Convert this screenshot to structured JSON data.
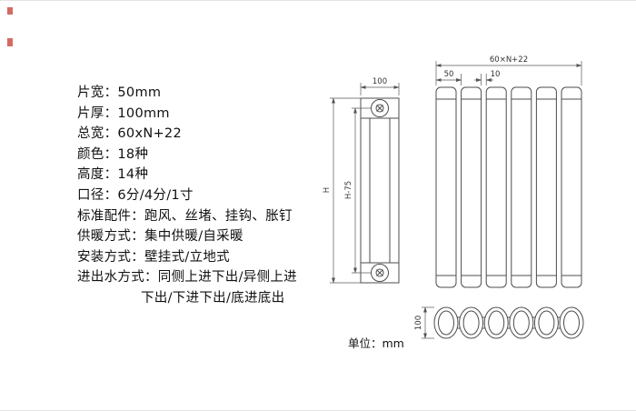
{
  "specs": {
    "lines": [
      "片宽：50mm",
      "片厚：100mm",
      "总宽：60xN+22",
      "颜色：18种",
      "高度：14种",
      "口径：6分/4分/1寸",
      "标准配件：跑风、丝堵、挂钩、胀钉",
      "供暖方式：集中供暖/自采暖",
      "安装方式：壁挂式/立地式",
      "进出水方式：同侧上进下出/异侧上进",
      "下出/下进下出/底进底出"
    ]
  },
  "drawing": {
    "side_view": {
      "width_dim": "100",
      "center_dim": "H-75",
      "height_dim": "H"
    },
    "front_view": {
      "total_width_dim": "60×N+22",
      "pitch_dim": "50",
      "gap_dim": "10"
    },
    "top_view": {
      "depth_dim": "100"
    },
    "unit_label": "单位：mm",
    "line_color": "#4d4d4d"
  }
}
